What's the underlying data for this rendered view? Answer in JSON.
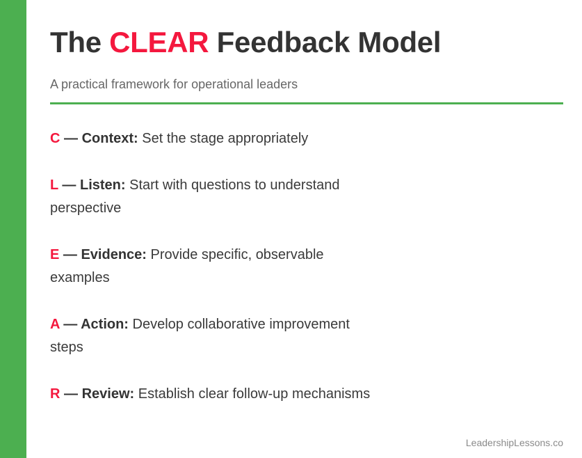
{
  "colors": {
    "accent_green": "#4caf50",
    "accent_red": "#f4183e",
    "title_dark": "#333333",
    "subtitle_gray": "#666666",
    "body_text": "#3a3a3a",
    "footer_gray": "#8a8a8a",
    "background": "#ffffff"
  },
  "header": {
    "title_prefix": "The ",
    "title_highlight": "CLEAR",
    "title_suffix": " Feedback Model",
    "subtitle": "A practical framework for operational leaders"
  },
  "items": [
    {
      "letter": "C",
      "dash": "—",
      "term": "Context:",
      "description": "Set the stage appropriately"
    },
    {
      "letter": "L",
      "dash": "—",
      "term": "Listen:",
      "description": "Start with questions to understand perspective"
    },
    {
      "letter": "E",
      "dash": "—",
      "term": "Evidence:",
      "description": "Provide specific, observable examples"
    },
    {
      "letter": "A",
      "dash": "—",
      "term": "Action:",
      "description": "Develop collaborative improvement steps"
    },
    {
      "letter": "R",
      "dash": "—",
      "term": "Review:",
      "description": "Establish clear follow-up mechanisms"
    }
  ],
  "footer": {
    "attribution": "LeadershipLessons.co"
  }
}
